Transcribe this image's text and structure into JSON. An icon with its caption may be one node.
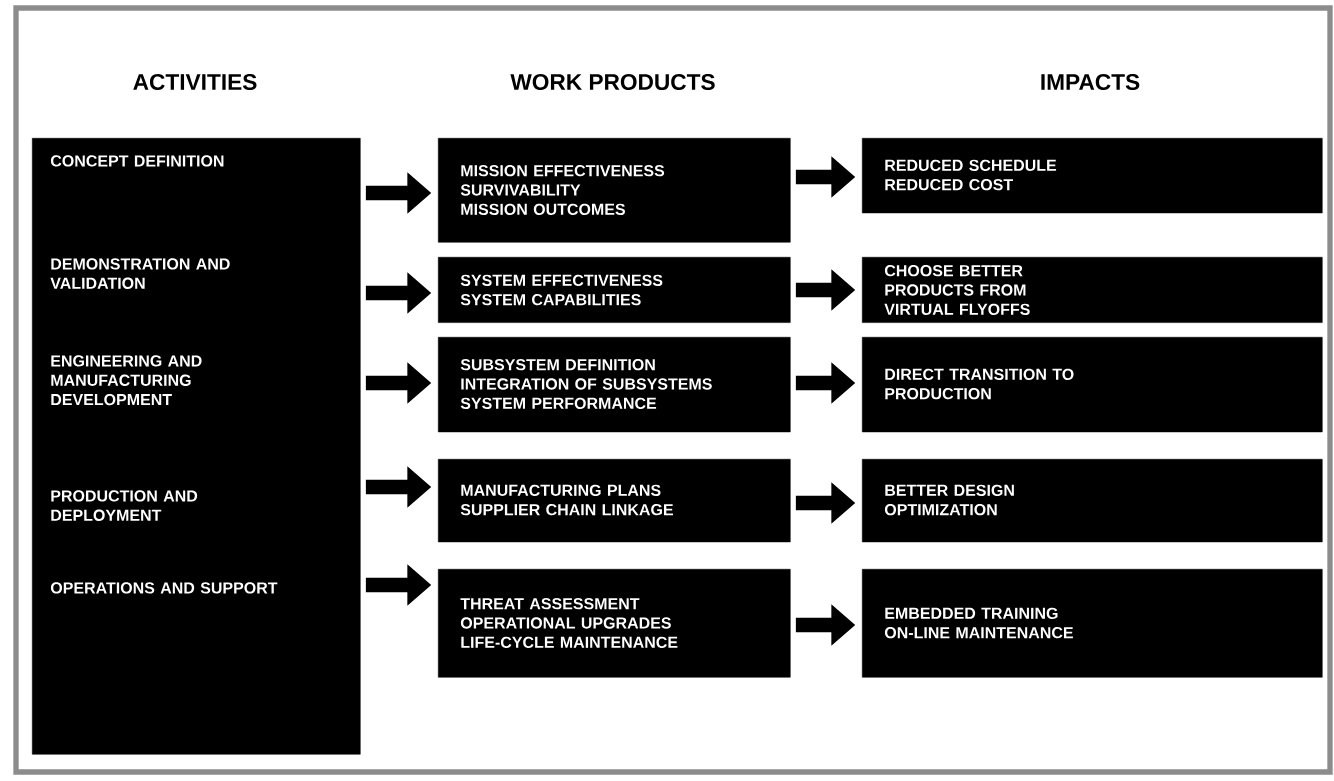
{
  "diagram": {
    "nodes": [
      {
        "text": [
          "CONCEPT DEFINITION",
          "DEMONSTRATION AND VALIDATION",
          "ENGINEERING AND MANUFACTURING DEVELOPMENT",
          "PRODUCTION AND DEPLOYMENT",
          "OPERATIONS AND SUPPORT"
        ]
      },
      {
        "text": [
          "MISSION EFFECTIVENESS",
          "SURVIVABILITY",
          "MISSION OUTCOMES"
        ]
      },
      {
        "text": [
          "SYSTEM EFFECTIVENESS",
          "SYSTEM CAPABILITIES"
        ]
      },
      {
        "text": [
          "SUBSYSTEM DEFINITION",
          "INTEGRATION OF SUBSYSTEMS",
          "SYSTEM PERFORMANCE"
        ]
      },
      {
        "text": [
          "MANUFACTURING PLANS",
          "SUPPLIER CHAIN LINKAGE"
        ]
      },
      {
        "text": [
          "THREAT ASSESSMENT",
          "OPERATIONAL UPGRADES",
          "LIFE-CYCLE MAINTENANCE"
        ]
      },
      {
        "text": [
          "REDUCED SCHEDULE",
          "REDUCED  COST"
        ]
      },
      {
        "text": [
          "CHOOSE BETTER PRODUCTS FROM VIRTUAL FLYOFFS"
        ]
      },
      {
        "text": [
          "DIRECT TRANSITION TO PRODUCTION"
        ]
      },
      {
        "text": [
          "BETTER DESIGN OPTIMIZATION"
        ]
      },
      {
        "text": [
          "EMBEDDED TRAINING",
          "ON-LINE MAINTENANCE"
        ]
      }
    ],
    "edges": [
      {
        "from": 0,
        "to": 1,
        "arrow": "to"
      },
      {
        "from": 0,
        "to": 2,
        "arrow": "to"
      },
      {
        "from": 0,
        "to": 3,
        "arrow": "to"
      },
      {
        "from": 0,
        "to": 4,
        "arrow": "to"
      },
      {
        "from": 0,
        "to": 5,
        "arrow": "to"
      },
      {
        "from": 1,
        "to": 6,
        "arrow": "to"
      },
      {
        "from": 2,
        "to": 7,
        "arrow": "to"
      },
      {
        "from": 3,
        "to": 8,
        "arrow": "to"
      },
      {
        "from": 4,
        "to": 9,
        "arrow": "to"
      },
      {
        "from": 5,
        "to": 10,
        "arrow": "to"
      }
    ],
    "labels": [
      "ACTIVITIES",
      "WORK PRODUCTS",
      "IMPACTS"
    ]
  }
}
